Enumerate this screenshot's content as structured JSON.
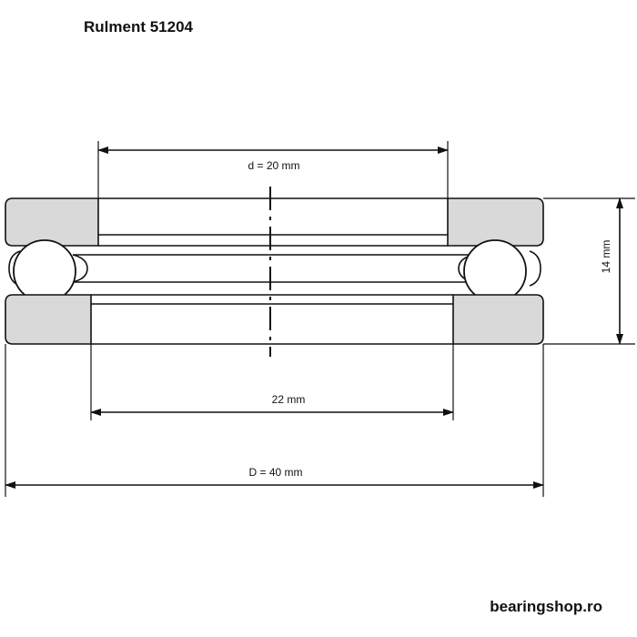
{
  "title": "Rulment 51204",
  "brand": "bearingshop.ro",
  "dimensions": {
    "inner_diameter": "d = 20 mm",
    "housing_washer_bore": "22 mm",
    "outer_diameter": "D = 40 mm",
    "height": "14 mm"
  },
  "colors": {
    "washer_fill": "#d9d9d9",
    "line": "#111111"
  }
}
